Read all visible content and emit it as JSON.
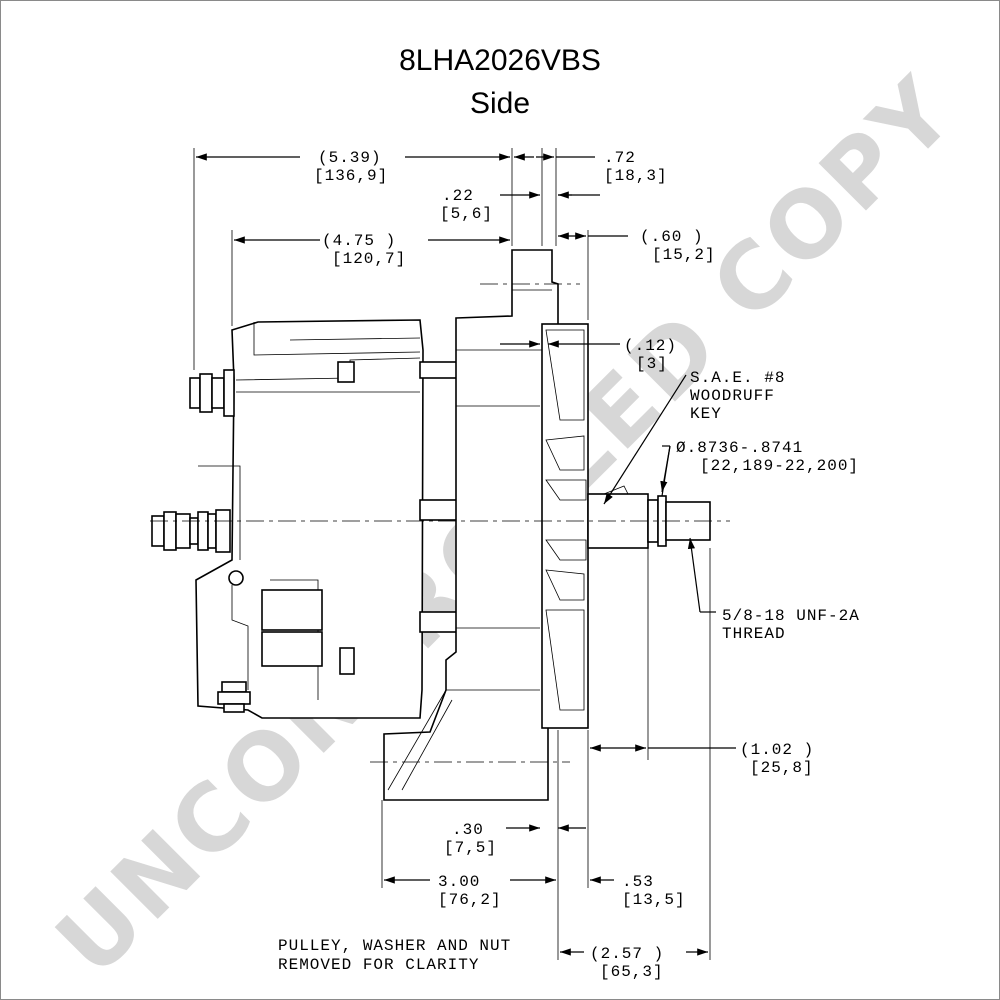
{
  "title": "8LHA2026VBS",
  "view": "Side",
  "watermark": "UNCONTROLLED COPY",
  "dimensions": {
    "d_5_39": "(5.39)",
    "d_5_39_mm": "[136,9]",
    "d_0_72": ".72",
    "d_0_72_mm": "[18,3]",
    "d_0_22": ".22",
    "d_0_22_mm": "[5,6]",
    "d_4_75": "(4.75    )",
    "d_4_75_mm": "[120,7]",
    "d_0_60": "(.60    )",
    "d_0_60_mm": "[15,2]",
    "d_0_12": "(.12)",
    "d_0_12_mm": "[3]",
    "d_1_02": "(1.02   )",
    "d_1_02_mm": "[25,8]",
    "d_0_30": ".30",
    "d_0_30_mm": "[7,5]",
    "d_3_00": "3.00",
    "d_3_00_mm": "[76,2]",
    "d_0_53": ".53",
    "d_0_53_mm": "[13,5]",
    "d_2_57": "(2.57   )",
    "d_2_57_mm": "[65,3]"
  },
  "callouts": {
    "key_line1": "S.A.E. #8",
    "key_line2": "WOODRUFF",
    "key_line3": "KEY",
    "shaft_dia": "Ø.8736-.8741",
    "shaft_dia_mm": "[22,189-22,200]",
    "thread_line1": "5/8-18 UNF-2A",
    "thread_line2": "THREAD"
  },
  "notes": {
    "line1": "PULLEY, WASHER AND NUT",
    "line2": "REMOVED FOR CLARITY"
  }
}
